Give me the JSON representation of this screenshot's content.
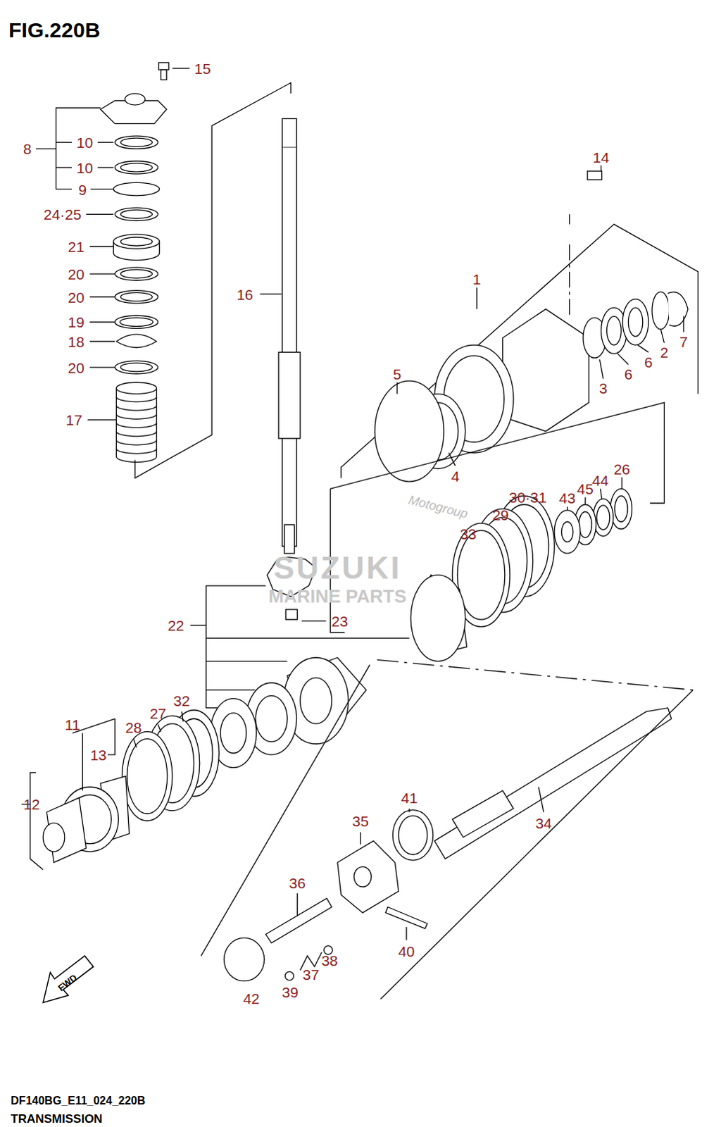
{
  "diagram": {
    "title": "FIG.220B",
    "caption": "TRANSMISSION",
    "labels": [
      "15",
      "8",
      "10",
      "10",
      "9",
      "24·25",
      "21",
      "20",
      "20",
      "19",
      "18",
      "20",
      "17",
      "16",
      "14",
      "1",
      "7",
      "2",
      "6",
      "6",
      "3",
      "5",
      "4",
      "26",
      "44",
      "45",
      "43",
      "30·31",
      "Motogroup",
      "29",
      "SUZUKI",
      "33",
      "MARINE PARTS",
      "22",
      "23",
      "32",
      "27",
      "11",
      "28",
      "13",
      "12",
      "41",
      "35",
      "34",
      "36",
      "40",
      "38",
      "37",
      "39",
      "FWD",
      "42",
      "DF140BG_E11_024_220B"
    ]
  }
}
